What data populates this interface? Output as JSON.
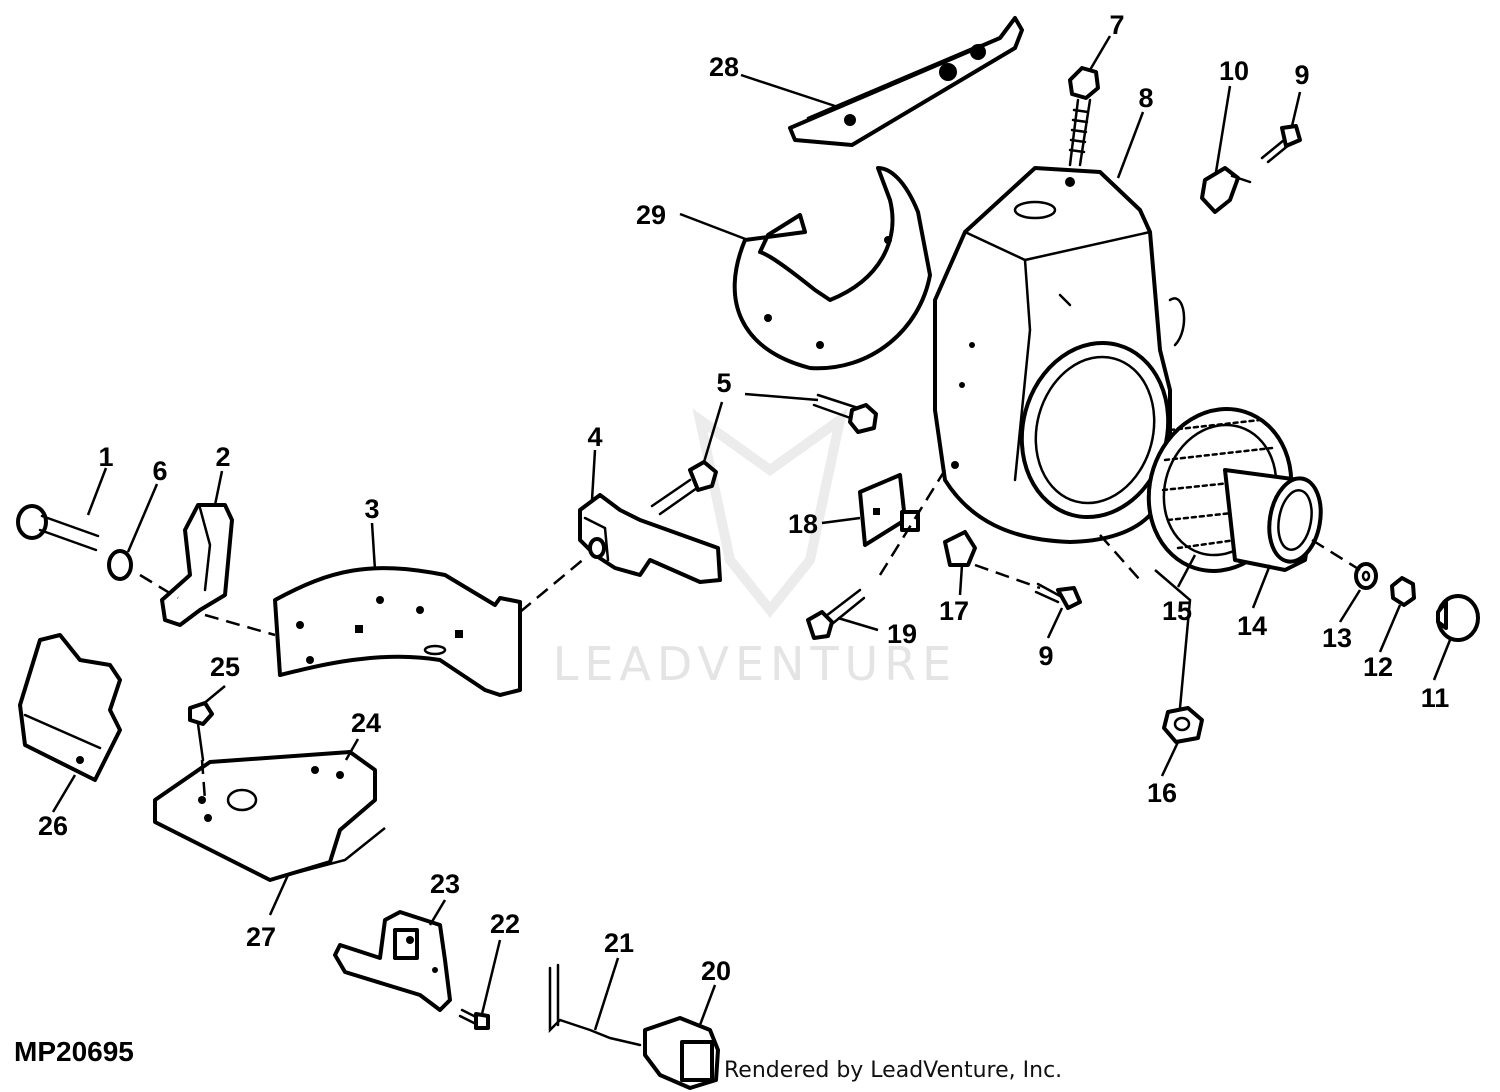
{
  "diagram_code": "MP20695",
  "credit": "Rendered by LeadVenture, Inc.",
  "watermark": "LEADVENTURE",
  "callouts": [
    "1",
    "2",
    "3",
    "4",
    "5",
    "6",
    "7",
    "8",
    "9",
    "9",
    "10",
    "11",
    "12",
    "13",
    "14",
    "15",
    "16",
    "17",
    "18",
    "19",
    "20",
    "21",
    "22",
    "23",
    "24",
    "25",
    "26",
    "27",
    "28",
    "29"
  ]
}
